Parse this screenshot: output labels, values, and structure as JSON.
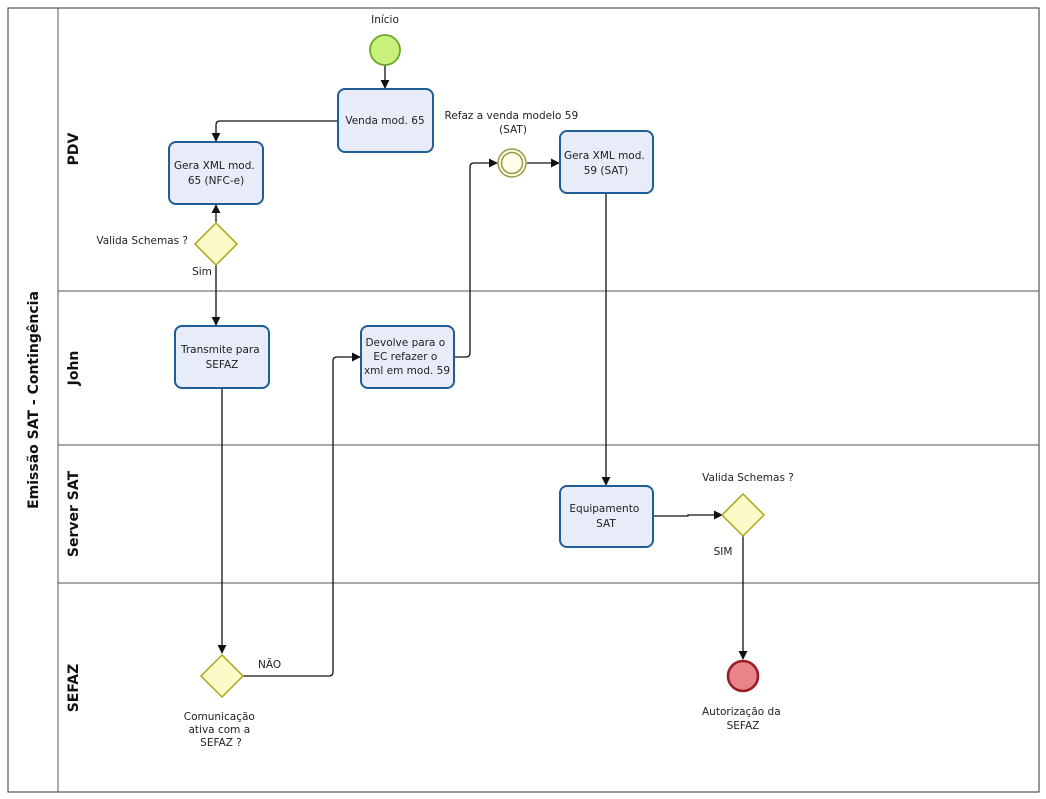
{
  "pool": {
    "title": "Emissão SAT - Contingência"
  },
  "lanes": [
    {
      "id": "pdv",
      "label": "PDV"
    },
    {
      "id": "john",
      "label": "John"
    },
    {
      "id": "server",
      "label": "Server SAT"
    },
    {
      "id": "sefaz",
      "label": "SEFAZ"
    }
  ],
  "events": {
    "start": {
      "label": "Início",
      "color": "#c8f07a"
    },
    "intermediate": {
      "label": [
        "Refaz a venda modelo 59",
        "(SAT)"
      ]
    },
    "end": {
      "label": [
        "Autorização da",
        "SEFAZ"
      ],
      "color": "#e8858a"
    }
  },
  "tasks": {
    "venda65": {
      "label": [
        "Venda mod. 65"
      ]
    },
    "gera65": {
      "label": [
        "Gera XML mod.",
        "65 (NFC-e)"
      ]
    },
    "transmite": {
      "label": [
        "Transmite para",
        "SEFAZ"
      ]
    },
    "devolve": {
      "label": [
        "Devolve para o",
        "EC refazer o",
        "xml em mod. 59"
      ]
    },
    "gera59": {
      "label": [
        "Gera XML mod.",
        "59 (SAT)"
      ]
    },
    "equip": {
      "label": [
        "Equipamento",
        "SAT"
      ]
    }
  },
  "gateways": {
    "valida1": {
      "label": [
        "Valida Schemas ?"
      ],
      "outcome": "Sim"
    },
    "comunicacao": {
      "label": [
        "Comunicação",
        "ativa com a",
        "SEFAZ ?"
      ],
      "outcome": "NÃO"
    },
    "valida2": {
      "label": [
        "Valida Schemas ?"
      ],
      "outcome": "SIM"
    }
  },
  "colors": {
    "task_fill": "#e8ecf8",
    "task_stroke": "#1f5d96",
    "gateway_fill": "#fbfbc8",
    "gateway_stroke": "#a6a61c",
    "start_stroke": "#6aa82a",
    "intermediate_stroke": "#9a9a4a",
    "end_stroke": "#9a1d24"
  }
}
